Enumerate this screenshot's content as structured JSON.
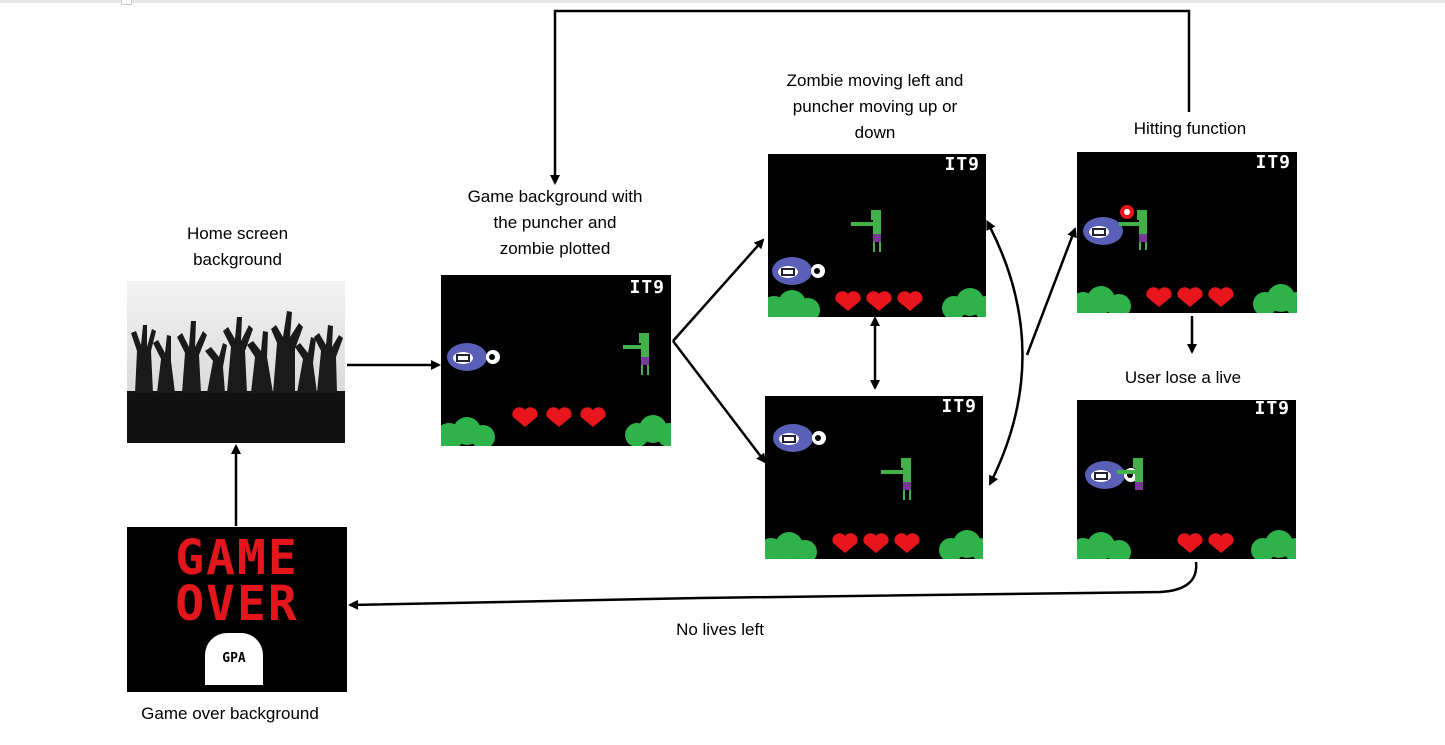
{
  "labels": {
    "home": "Home screen\nbackground",
    "game_bg": "Game background with\nthe puncher and\nzombie plotted",
    "zombie_moving": "Zombie moving left and\npuncher moving up or\ndown",
    "hitting": "Hitting function",
    "lose_live": "User lose a live",
    "no_lives": "No lives left",
    "game_over_bg": "Game over background"
  },
  "screen": {
    "score": "IT9",
    "game_over_line1": "GAME",
    "game_over_line2": "OVER",
    "tombstone": "GPA"
  },
  "colors": {
    "heart": "#e8161c",
    "bush": "#2fb24a",
    "puncher": "#5a5fb8",
    "zombie_skin": "#43b14a",
    "zombie_pants": "#7a3a9a",
    "game_over_text": "#e3161c",
    "arrow": "#000000"
  },
  "panels": [
    {
      "id": "home",
      "hearts": 0
    },
    {
      "id": "game-start",
      "hearts": 3
    },
    {
      "id": "zombie-left-up",
      "hearts": 3
    },
    {
      "id": "zombie-left-down",
      "hearts": 3
    },
    {
      "id": "hitting",
      "hearts": 3
    },
    {
      "id": "lose-live",
      "hearts": 2
    },
    {
      "id": "game-over",
      "hearts": 0
    }
  ]
}
